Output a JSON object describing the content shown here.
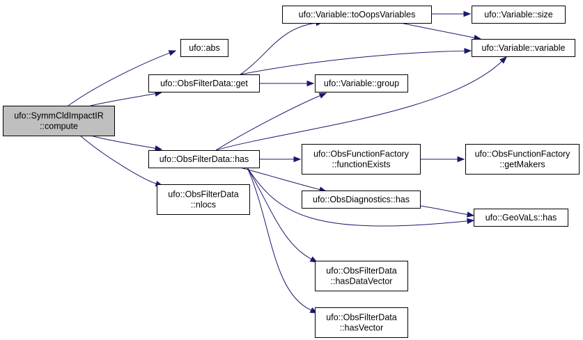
{
  "nodes": [
    {
      "id": "compute",
      "lines": [
        "ufo::SymmCldImpactIR",
        "::compute"
      ],
      "root": true
    },
    {
      "id": "abs",
      "lines": [
        "ufo::abs"
      ]
    },
    {
      "id": "get",
      "lines": [
        "ufo::ObsFilterData::get"
      ]
    },
    {
      "id": "has",
      "lines": [
        "ufo::ObsFilterData::has"
      ]
    },
    {
      "id": "nlocs",
      "lines": [
        "ufo::ObsFilterData",
        "::nlocs"
      ]
    },
    {
      "id": "tooops",
      "lines": [
        "ufo::Variable::toOopsVariables"
      ]
    },
    {
      "id": "variable",
      "lines": [
        "ufo::Variable::variable"
      ]
    },
    {
      "id": "group",
      "lines": [
        "ufo::Variable::group"
      ]
    },
    {
      "id": "size",
      "lines": [
        "ufo::Variable::size"
      ]
    },
    {
      "id": "funcexists",
      "lines": [
        "ufo::ObsFunctionFactory",
        "::functionExists"
      ]
    },
    {
      "id": "getmakers",
      "lines": [
        "ufo::ObsFunctionFactory",
        "::getMakers"
      ]
    },
    {
      "id": "diaghas",
      "lines": [
        "ufo::ObsDiagnostics::has"
      ]
    },
    {
      "id": "geovalshas",
      "lines": [
        "ufo::GeoVaLs::has"
      ]
    },
    {
      "id": "hasdatavector",
      "lines": [
        "ufo::ObsFilterData",
        "::hasDataVector"
      ]
    },
    {
      "id": "hasvector",
      "lines": [
        "ufo::ObsFilterData",
        "::hasVector"
      ]
    }
  ],
  "edges": [
    {
      "from": "compute",
      "to": "abs"
    },
    {
      "from": "compute",
      "to": "get"
    },
    {
      "from": "compute",
      "to": "has"
    },
    {
      "from": "compute",
      "to": "nlocs"
    },
    {
      "from": "get",
      "to": "tooops"
    },
    {
      "from": "get",
      "to": "variable"
    },
    {
      "from": "get",
      "to": "group"
    },
    {
      "from": "tooops",
      "to": "size"
    },
    {
      "from": "tooops",
      "to": "variable"
    },
    {
      "from": "has",
      "to": "group"
    },
    {
      "from": "has",
      "to": "variable"
    },
    {
      "from": "has",
      "to": "funcexists"
    },
    {
      "from": "has",
      "to": "diaghas"
    },
    {
      "from": "has",
      "to": "geovalshas"
    },
    {
      "from": "has",
      "to": "hasdatavector"
    },
    {
      "from": "has",
      "to": "hasvector"
    },
    {
      "from": "funcexists",
      "to": "getmakers"
    },
    {
      "from": "diaghas",
      "to": "geovalshas"
    }
  ]
}
